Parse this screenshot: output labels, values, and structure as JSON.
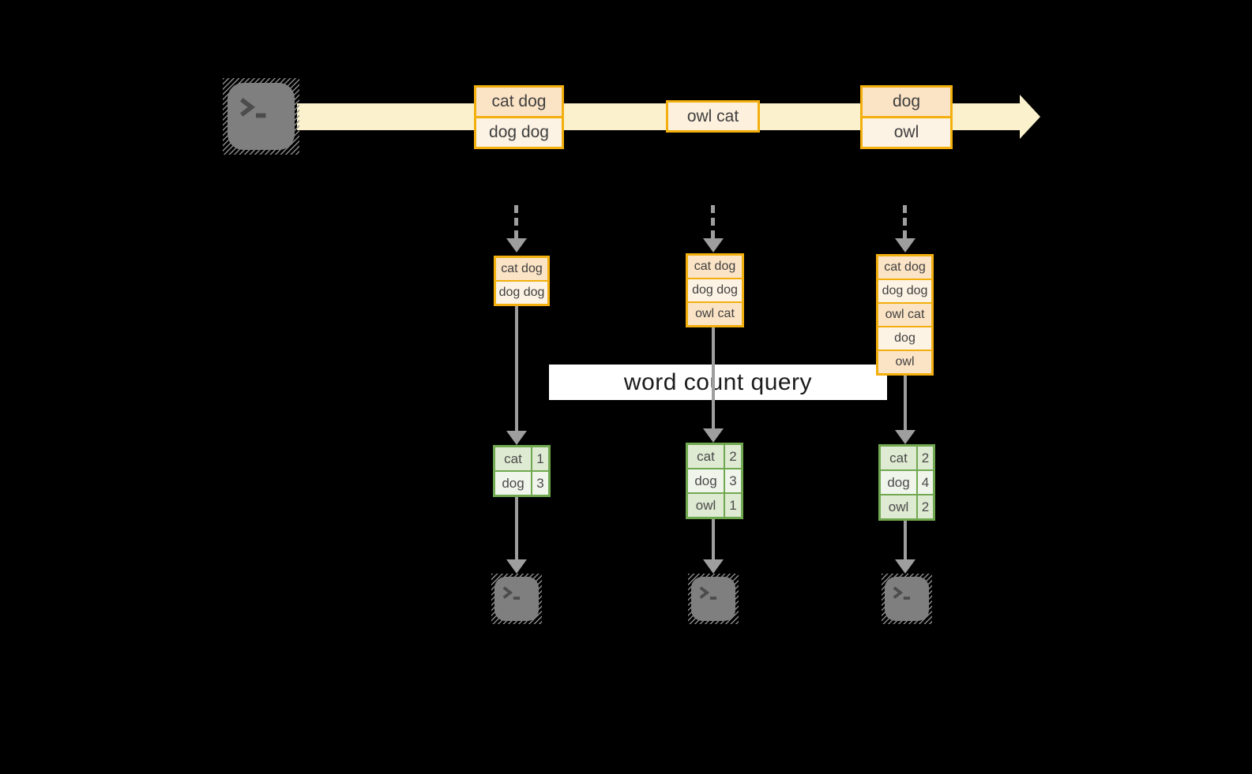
{
  "banner": {
    "label": "word count query"
  },
  "stream": {
    "source_icon": "terminal-icon",
    "events": [
      {
        "cells": [
          "cat dog",
          "dog dog"
        ]
      },
      {
        "cells": [
          "owl cat"
        ]
      },
      {
        "cells": [
          "dog",
          "owl"
        ]
      }
    ]
  },
  "columns": [
    {
      "buffer": [
        "cat dog",
        "dog dog"
      ],
      "counts": [
        {
          "word": "cat",
          "count": "1"
        },
        {
          "word": "dog",
          "count": "3"
        }
      ],
      "sink_icon": "terminal-icon"
    },
    {
      "buffer": [
        "cat dog",
        "dog dog",
        "owl cat"
      ],
      "counts": [
        {
          "word": "cat",
          "count": "2"
        },
        {
          "word": "dog",
          "count": "3"
        },
        {
          "word": "owl",
          "count": "1"
        }
      ],
      "sink_icon": "terminal-icon"
    },
    {
      "buffer": [
        "cat dog",
        "dog dog",
        "owl cat",
        "dog",
        "owl"
      ],
      "counts": [
        {
          "word": "cat",
          "count": "2"
        },
        {
          "word": "dog",
          "count": "4"
        },
        {
          "word": "owl",
          "count": "2"
        }
      ],
      "sink_icon": "terminal-icon"
    }
  ],
  "colors": {
    "background": "#000000",
    "stream_band": "#fbf2cd",
    "event_border": "#f2af0d",
    "event_fill_peach": "#fbe3c5",
    "event_fill_cream": "#fdf3e4",
    "table_border": "#70a850",
    "table_fill_dark": "#dfead2",
    "table_fill_light": "#f0f5ec",
    "arrow_gray": "#9e9e9e",
    "terminal_gray": "#7f7f7f",
    "banner_bg": "#ffffff",
    "banner_text": "#1b1b1b"
  }
}
